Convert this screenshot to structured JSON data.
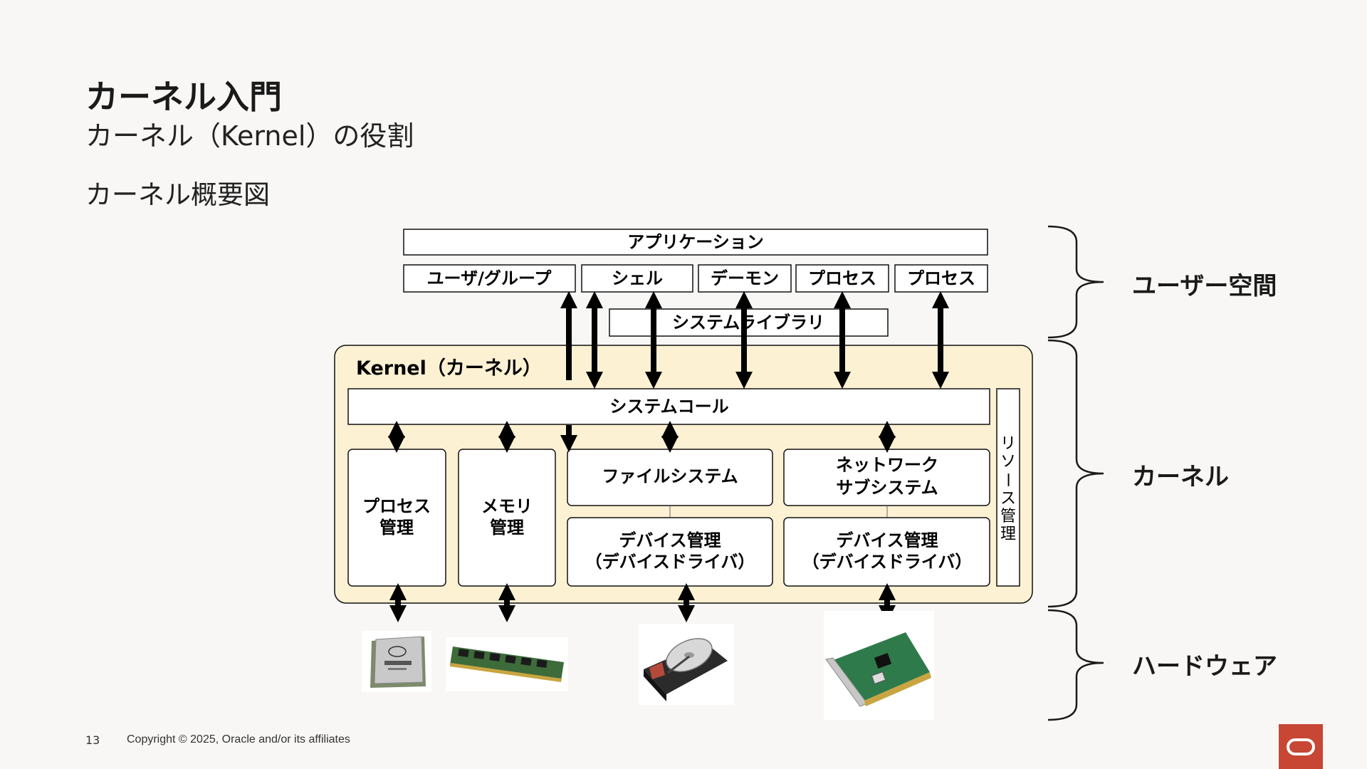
{
  "slide": {
    "title": "カーネル入門",
    "subtitle": "カーネル（Kernel）の役割",
    "section": "カーネル概要図",
    "page_number": "13",
    "copyright": "Copyright © 2025, Oracle and/or its affiliates"
  },
  "diagram": {
    "application": "アプリケーション",
    "user_programs": [
      "ユーザ/グループ",
      "シェル",
      "デーモン",
      "プロセス",
      "プロセス"
    ],
    "system_library": "システムライブラリ",
    "kernel_label": "Kernel（カーネル）",
    "system_call": "システムコール",
    "process_mgmt": [
      "プロセス",
      "管理"
    ],
    "memory_mgmt": [
      "メモリ",
      "管理"
    ],
    "file_system": "ファイルシステム",
    "network_subsystem": [
      "ネットワーク",
      "サブシステム"
    ],
    "device_mgmt_1": [
      "デバイス管理",
      "（デバイスドライバ）"
    ],
    "device_mgmt_2": [
      "デバイス管理",
      "（デバイスドライバ）"
    ],
    "resource_mgmt": [
      "リ",
      "ソ",
      "ー",
      "ス",
      "管",
      "理"
    ]
  },
  "regions": {
    "user_space": "ユーザー空間",
    "kernel": "カーネル",
    "hardware": "ハードウェア"
  },
  "colors": {
    "kernel_fill": "#fdf1d3",
    "brand_red": "#c74634",
    "box_border": "#111111"
  }
}
